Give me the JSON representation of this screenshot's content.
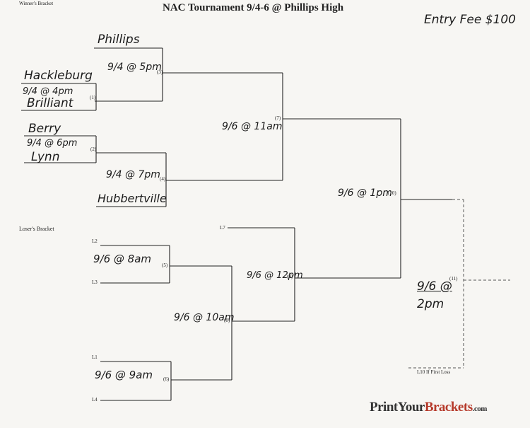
{
  "header": {
    "top_left": "Winner's Bracket",
    "title": "NAC Tournament 9/4-6 @ Phillips High",
    "entry_fee": "Entry Fee $100"
  },
  "winners": {
    "teams": [
      "Phillips",
      "Hackleburg",
      "Brilliant",
      "Berry",
      "Lynn",
      "Hubbertville"
    ],
    "games": [
      {
        "note": "9/4 @ 5pm",
        "num": "(3)"
      },
      {
        "note": "9/4 @ 4pm",
        "num": "(1)"
      },
      {
        "note": "9/4 @ 6pm",
        "num": "(2)"
      },
      {
        "note": "9/4 @ 7pm",
        "num": "(4)"
      },
      {
        "note": "9/6 @ 11am",
        "num": "(7)"
      },
      {
        "note": "9/6 @ 1pm",
        "num": "(10)"
      }
    ]
  },
  "losers": {
    "label": "Loser's Bracket",
    "slots": [
      "L2",
      "L3",
      "L1",
      "L4",
      "L7"
    ],
    "games": [
      {
        "note": "9/6 @ 8am",
        "num": "(5)"
      },
      {
        "note": "9/6 @ 9am",
        "num": "(6)"
      },
      {
        "note": "9/6 @ 10am",
        "num": "(8)"
      },
      {
        "note": "9/6 @ 12pm",
        "num": "(9)"
      }
    ]
  },
  "final": {
    "note_line1": "9/6 @",
    "note_line2": "2pm",
    "num": "(11)",
    "if_game": "L10 If First Loss"
  },
  "footer": {
    "brand_part1": "PrintYour",
    "brand_part2": "Brackets",
    "brand_part3": ".com"
  }
}
